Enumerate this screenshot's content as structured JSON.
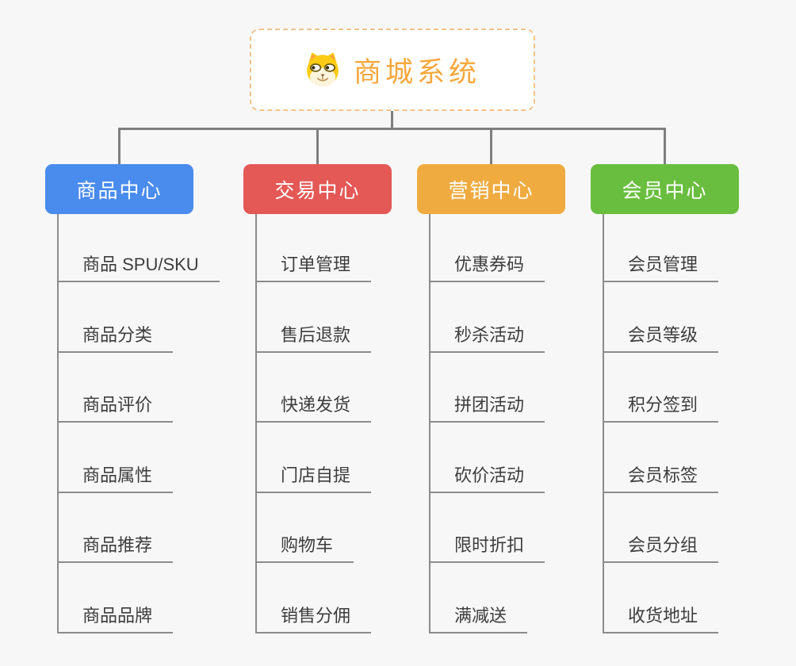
{
  "root": {
    "title": "商城系统",
    "icon": "shiba-dog-icon"
  },
  "branches": [
    {
      "label": "商品中心",
      "color": "#4a8cee",
      "children": [
        "商品 SPU/SKU",
        "商品分类",
        "商品评价",
        "商品属性",
        "商品推荐",
        "商品品牌"
      ]
    },
    {
      "label": "交易中心",
      "color": "#e45956",
      "children": [
        "订单管理",
        "售后退款",
        "快递发货",
        "门店自提",
        "购物车",
        "销售分佣"
      ]
    },
    {
      "label": "营销中心",
      "color": "#efab40",
      "children": [
        "优惠券码",
        "秒杀活动",
        "拼团活动",
        "砍价活动",
        "限时折扣",
        "满减送"
      ]
    },
    {
      "label": "会员中心",
      "color": "#6abe3f",
      "children": [
        "会员管理",
        "会员等级",
        "积分签到",
        "会员标签",
        "会员分组",
        "收货地址"
      ]
    }
  ],
  "colors": {
    "background": "#f7f7f7",
    "connector": "#7f7f7f",
    "leaf_line": "#8c8c8c",
    "leaf_text": "#3d3d3d",
    "root_accent": "#f5a73c",
    "root_border": "#f2c38b",
    "node_text": "#ffffff"
  }
}
